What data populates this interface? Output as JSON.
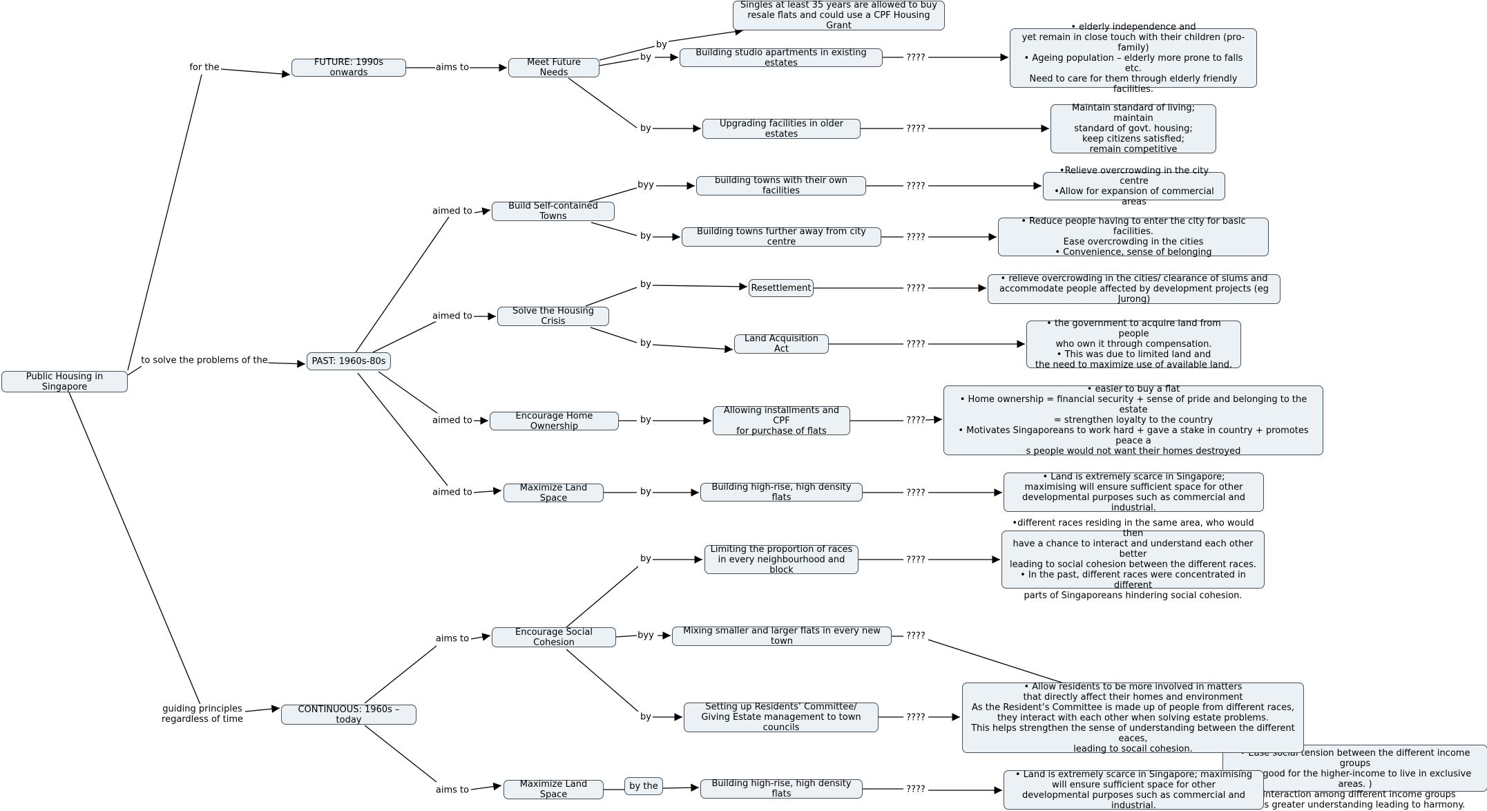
{
  "diagram": {
    "nodes": {
      "root": "Public Housing in Singapore",
      "future": "FUTURE: 1990s onwards",
      "past": "PAST: 1960s-80s",
      "continuous": "CONTINUOUS: 1960s – today",
      "meet_future": "Meet Future Needs",
      "singles": "Singles at least 35 years are allowed to buy\nresale flats and could use a CPF Housing Grant",
      "studio": "Building studio apartments in existing estates",
      "elderly": "•     elderly independence and\nyet remain in close touch with their children (pro-family)\n•    Ageing population – elderly more prone to falls etc.\nNeed to care for them through elderly friendly facilities.",
      "upgrading": "Upgrading facilities in older estates",
      "maintain": "Maintain standard of living; maintain\nstandard of govt. housing;\nkeep citizens satisfied;\nremain competitive",
      "self_contained": "Build Self-contained Towns",
      "own_facilities": "building towns with their own facilities",
      "relieve_city": "•Relieve overcrowding in the city centre\n•Allow for expansion of commercial areas",
      "further_away": "Building towns further away from city centre",
      "reduce_people": "•    Reduce people having to enter the city for basic facilities.\nEase overcrowding in the cities\n•    Convenience, sense of belonging",
      "housing_crisis": "Solve the Housing Crisis",
      "resettlement": "Resettlement",
      "relieve_slums": "• relieve overcrowding in the cities/ clearance of slums and\naccommodate people affected by development projects (eg Jurong)",
      "land_acq": "Land Acquisition Act",
      "govt_acquire": "•    the government to acquire land from people\nwho own it through compensation.\n•    This was due to limited land and\nthe need to maximize use of available land.",
      "home_own": "Encourage Home Ownership",
      "installments": "Allowing installments and CPF\nfor purchase of flats",
      "easier_buy": "•    easier to buy a flat\n•    Home ownership = financial security + sense of pride and belonging to the estate\n= strengthen loyalty to the country\n•    Motivates Singaporeans to work hard + gave a stake in country + promotes peace a\ns people would not want their homes destroyed",
      "max_land_past": "Maximize Land Space",
      "highrise_past": "Building high-rise, high density flats",
      "land_scarce_past": "•    Land is extremely scarce in Singapore;\nmaximising will ensure sufficient space  for other\ndevelopmental purposes such as commercial and industrial.",
      "social_cohesion": "Encourage Social Cohesion",
      "limiting_races": "Limiting the proportion of races\nin every neighbourhood and block",
      "diff_races": "•different races residing in the same area, who would then\nhave a chance to interact and understand each other better\nleading to social cohesion between the different races.\n• In the past, different races were concentrated in different\nparts of Singaporeans hindering social cohesion.",
      "mixing_flats": "Mixing smaller and larger flats in every new town",
      "ease_tension": "•    Ease social tension between the different income groups\n( not good for the higher-income to live in exclusive areas. )\n•    Interaction among different income groups\nleads greater understanding leading to harmony.",
      "residents_comm": "Setting up Residents’ Committee/\nGiving Estate management to town councils",
      "allow_residents": "•     Allow residents to be more involved in matters\nthat directly affect their homes and environment\nAs the Resident’s Committee is made up of people from different races,\nthey interact with each other when solving estate problems.\nThis helps strengthen the sense of understanding between the different eaces,\nleading to socail cohesion.",
      "max_land_cont": "Maximize Land Space",
      "by_the": "by the",
      "highrise_cont": "Building high-rise, high density flats",
      "land_scarce_cont": "•    Land is extremely scarce in Singapore; maximising\nwill ensure sufficient space  for other\ndevelopmental purposes such as commercial and industrial."
    },
    "labels": {
      "for_the": "for the",
      "to_solve": "to solve the problems of the",
      "guiding": "guiding principles\nregardless of time",
      "aims_to_future": "aims to",
      "by_singles": "by",
      "by_studio": "by",
      "by_upgrading": "by",
      "q_studio": "????",
      "q_upgrading": "????",
      "aimed_to_self": "aimed to",
      "aimed_to_crisis": "aimed to",
      "aimed_to_home": "aimed to",
      "aimed_to_land": "aimed to",
      "byy_facilities": "byy",
      "by_further": "by",
      "q_facilities": "????",
      "q_further": "????",
      "by_resettle": "by",
      "by_landacq": "by",
      "q_resettle": "????",
      "q_landacq": "????",
      "by_install": "by",
      "q_install": "????",
      "by_highrise_past": "by",
      "q_highrise_past": "????",
      "aims_to_social": "aims to",
      "aims_to_land_cont": "aims to",
      "by_limiting": "by",
      "byy_mixing": "byy",
      "by_residents": "by",
      "q_limiting": "????",
      "q_mixing": "????",
      "q_residents": "????",
      "q_highrise_cont": "????"
    }
  }
}
